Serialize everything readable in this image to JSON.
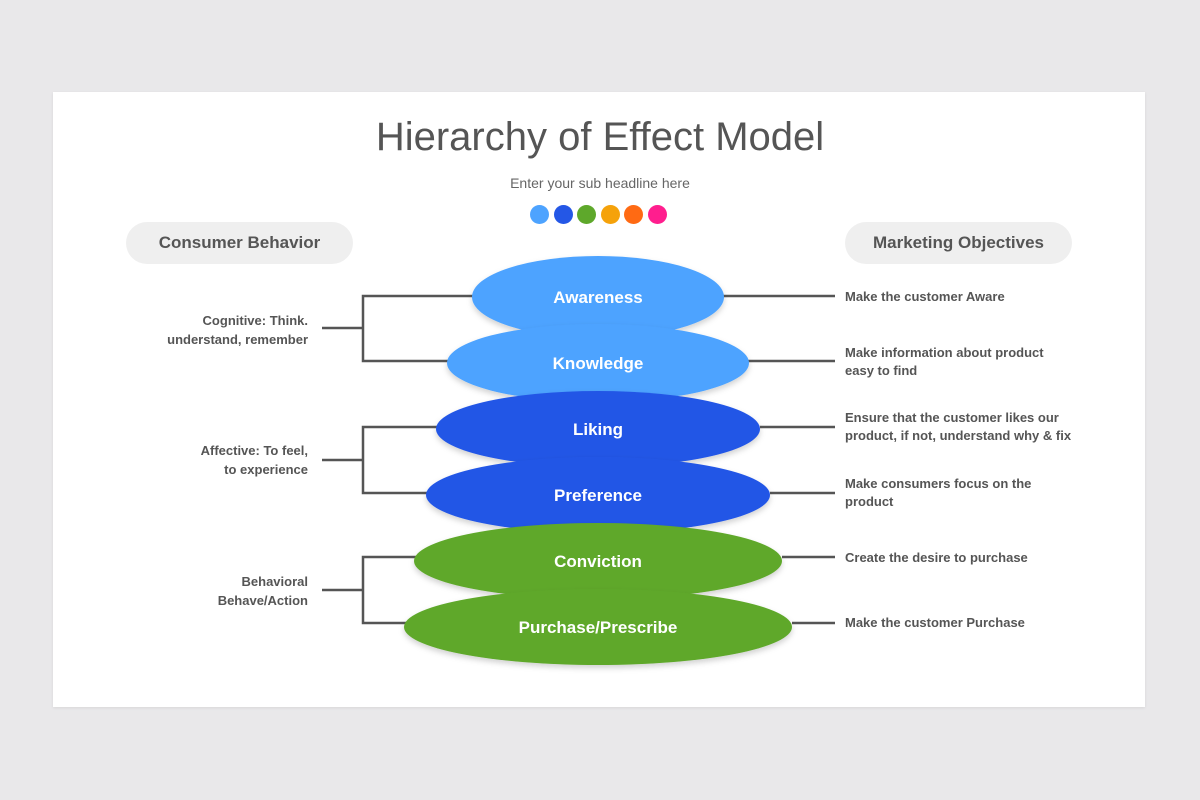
{
  "title": "Hierarchy of Effect Model",
  "subtitle": "Enter your sub headline here",
  "palette": [
    "#4da3ff",
    "#2457e6",
    "#5ea82b",
    "#f5a20a",
    "#ff6a13",
    "#ff1e8e"
  ],
  "left_header": "Consumer Behavior",
  "right_header": "Marketing Objectives",
  "groups": [
    {
      "label_line1": "Cognitive: Think.",
      "label_line2": "understand, remember"
    },
    {
      "label_line1": "Affective: To feel,",
      "label_line2": "to experience"
    },
    {
      "label_line1": "Behavioral",
      "label_line2": "Behave/Action"
    }
  ],
  "stages": [
    {
      "label": "Awareness",
      "color": "#4da3ff",
      "objective_line1": "Make the customer Aware",
      "objective_line2": ""
    },
    {
      "label": "Knowledge",
      "color": "#4da3ff",
      "objective_line1": "Make information  about product",
      "objective_line2": "easy to find"
    },
    {
      "label": "Liking",
      "color": "#2457e6",
      "objective_line1": "Ensure that the customer likes our",
      "objective_line2": "product, if not, understand why & fix"
    },
    {
      "label": "Preference",
      "color": "#2457e6",
      "objective_line1": "Make consumers focus on the",
      "objective_line2": "product"
    },
    {
      "label": "Conviction",
      "color": "#5ea82b",
      "objective_line1": "Create the desire to purchase",
      "objective_line2": ""
    },
    {
      "label": "Purchase/Prescribe",
      "color": "#5ea82b",
      "objective_line1": "Make the customer Purchase",
      "objective_line2": ""
    }
  ]
}
